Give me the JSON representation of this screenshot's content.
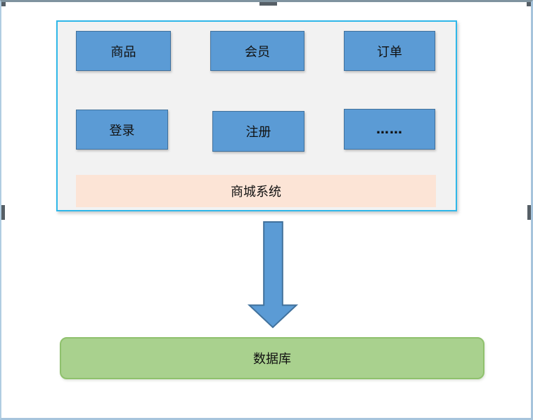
{
  "system_panel": {
    "title": "商城系统",
    "modules": [
      {
        "label": "商品"
      },
      {
        "label": "会员"
      },
      {
        "label": "订单"
      },
      {
        "label": "登录"
      },
      {
        "label": "注册"
      },
      {
        "label": "……"
      }
    ]
  },
  "database": {
    "label": "数据库"
  },
  "colors": {
    "panel_fill": "#F2F2F2",
    "panel_border": "#2FB7E9",
    "module_fill": "#5B9BD5",
    "module_border": "#41719C",
    "banner_fill": "#FCE4D6",
    "arrow_fill": "#5B9BD5",
    "arrow_border": "#41719C",
    "database_fill": "#A9D18E",
    "database_border": "#8FC16D",
    "handle_color": "#565F66"
  }
}
